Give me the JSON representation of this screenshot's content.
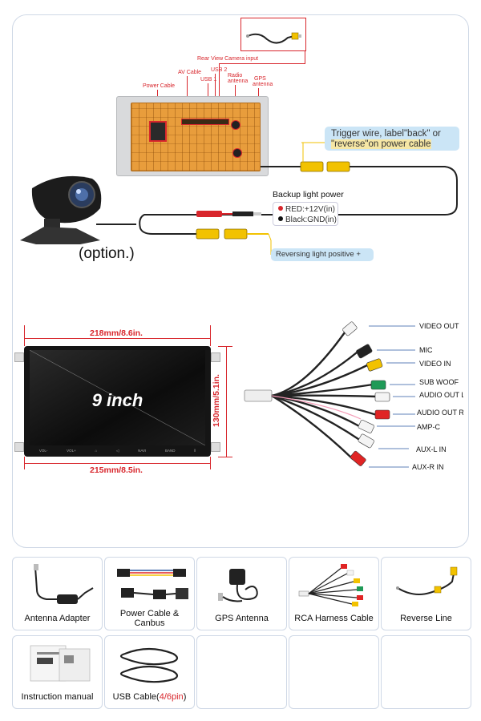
{
  "connection": {
    "rear_camera_input": "Rear View Camera input",
    "power_cable": "Power Cable",
    "av_cable": "AV Cable",
    "usb1": "USB 1",
    "usb2": "USB 2",
    "radio_antenna_l1": "Radio",
    "radio_antenna_l2": "antenna",
    "gps_antenna_l1": "GPS",
    "gps_antenna_l2": "antenna",
    "trigger_l1": "Trigger wire, label\"back\" or",
    "trigger_l2": "\"reverse\"on power cable",
    "backup_power_title": "Backup light power",
    "red_line": "RED:+12V(in)",
    "black_line": "Black:GND(in)",
    "reversing_positive": "Reversing light positive +",
    "option": "(option.)"
  },
  "screen": {
    "size_label": "9 inch",
    "width_top": "218mm/8.6in.",
    "width_bottom": "215mm/8.5in.",
    "height": "130mm/5.1in.",
    "buttons": [
      "VOL-",
      "VOL+",
      "⌂",
      "◁",
      "NAVI",
      "BAND",
      "‖"
    ]
  },
  "rca": {
    "labels": [
      "VIDEO OUT",
      "MIC",
      "VIDEO IN",
      "SUB WOOF",
      "AUDIO OUT L",
      "AUDIO OUT R",
      "AMP-C",
      "AUX-L IN",
      "AUX-R IN"
    ]
  },
  "accessories": {
    "items": [
      {
        "label": "Antenna Adapter"
      },
      {
        "label": "Power Cable &",
        "label2": "Canbus"
      },
      {
        "label": "GPS Antenna"
      },
      {
        "label": "RCA Harness Cable"
      },
      {
        "label": "Reverse Line"
      },
      {
        "label": "Instruction manual"
      },
      {
        "label": "USB Cable(",
        "highlight": "4/6pin",
        "label_end": ")"
      }
    ]
  },
  "colors": {
    "accent_red": "#d8262c",
    "callout_blue": "#cbe5f6",
    "callout_yellow": "#f6e7a5",
    "unit_orange": "#e89d3c",
    "rca_yellow": "#f2c200",
    "rca_white": "#f4f4f4",
    "rca_red": "#e02424",
    "rca_black": "#222222",
    "rca_green": "#1f9a57"
  }
}
